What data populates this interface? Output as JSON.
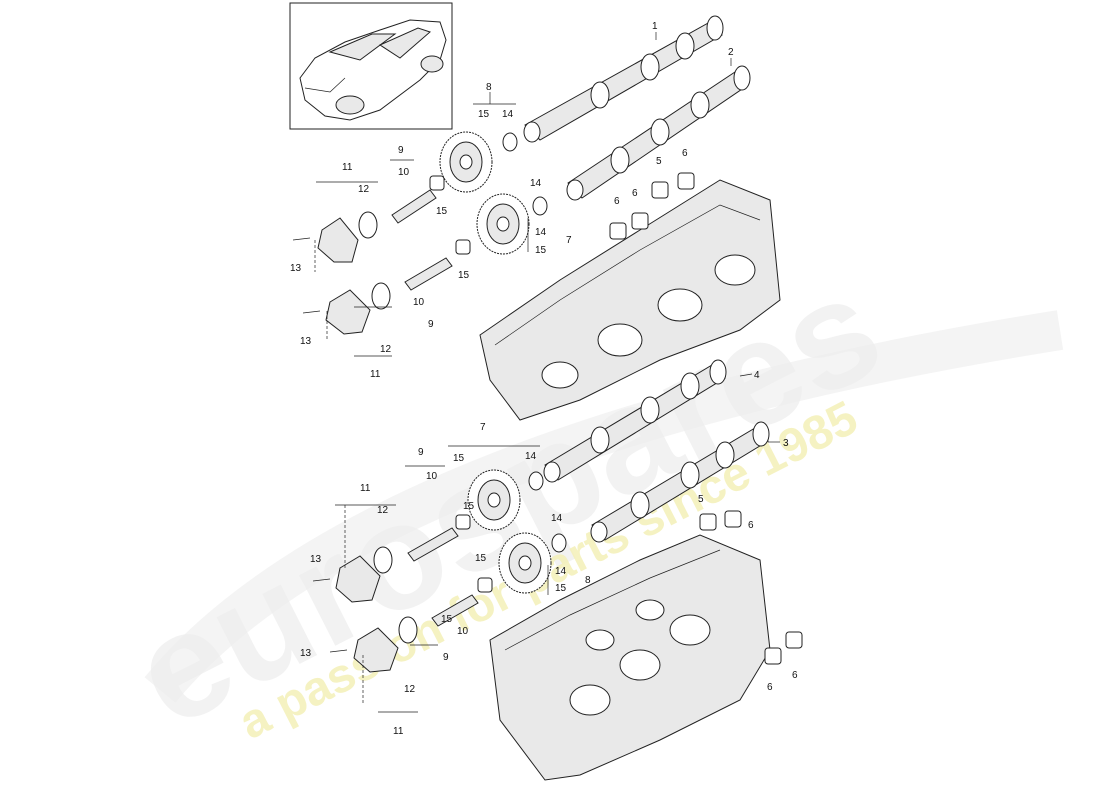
{
  "watermark": {
    "brand_text": "eurospares",
    "tagline_text": "a passion for parts since 1985",
    "brand_color": "#e6e6e6",
    "tagline_color": "#f1eeb0"
  },
  "thumbnail": {
    "icon": "car-icon"
  },
  "callouts": {
    "c1": "1",
    "c2": "2",
    "c3": "3",
    "c4": "4",
    "c5a": "5",
    "c5b": "5",
    "c6a": "6",
    "c6b": "6",
    "c6c": "6",
    "c6d": "6",
    "c6e": "6",
    "c6f": "6",
    "c7a": "7",
    "c7b": "7",
    "c8a": "8",
    "c8b": "8",
    "c9a": "9",
    "c9b": "9",
    "c9c": "9",
    "c9d": "9",
    "c10a": "10",
    "c10b": "10",
    "c10c": "10",
    "c10d": "10",
    "c11a": "11",
    "c11b": "11",
    "c11c": "11",
    "c11d": "11",
    "c12a": "12",
    "c12b": "12",
    "c12c": "12",
    "c12d": "12",
    "c13a": "13",
    "c13b": "13",
    "c13c": "13",
    "c13d": "13",
    "c14a": "14",
    "c14b": "14",
    "c14c": "14",
    "c14d": "14",
    "c14e": "14",
    "c14f": "14",
    "c15a": "15",
    "c15b": "15",
    "c15c": "15",
    "c15d": "15",
    "c15e": "15",
    "c15f": "15",
    "c15g": "15",
    "c15h": "15",
    "c15i": "15"
  }
}
